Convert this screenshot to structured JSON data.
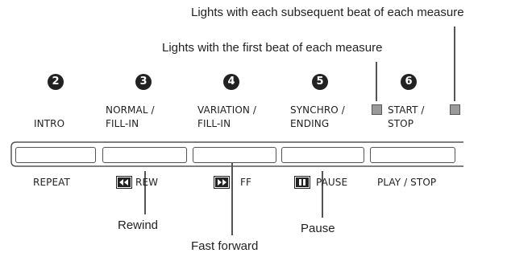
{
  "annotations": {
    "subsequent_beat": "Lights with each subsequent beat of each measure",
    "first_beat": "Lights with the first beat of each measure",
    "rewind": "Rewind",
    "fast_forward": "Fast forward",
    "pause": "Pause"
  },
  "buttons": {
    "1": {
      "number": "2",
      "upper_line1": "INTRO",
      "lower": "REPEAT"
    },
    "2": {
      "number": "3",
      "upper_line1": "NORMAL /",
      "upper_line2": "FILL-IN",
      "lower": "REW",
      "icon": "rewind-icon"
    },
    "3": {
      "number": "4",
      "upper_line1": "VARIATION /",
      "upper_line2": "FILL-IN",
      "lower": "FF",
      "icon": "fast-forward-icon"
    },
    "4": {
      "number": "5",
      "upper_line1": "SYNCHRO /",
      "upper_line2": "ENDING",
      "lower": "PAUSE",
      "icon": "pause-icon"
    },
    "5": {
      "number": "6",
      "upper_line1": "START /",
      "upper_line2": "STOP",
      "lower": "PLAY / STOP"
    }
  },
  "colors": {
    "text": "#222222",
    "lines": "#555555",
    "lamp": "#9a9a9a",
    "badge": "#222222"
  }
}
